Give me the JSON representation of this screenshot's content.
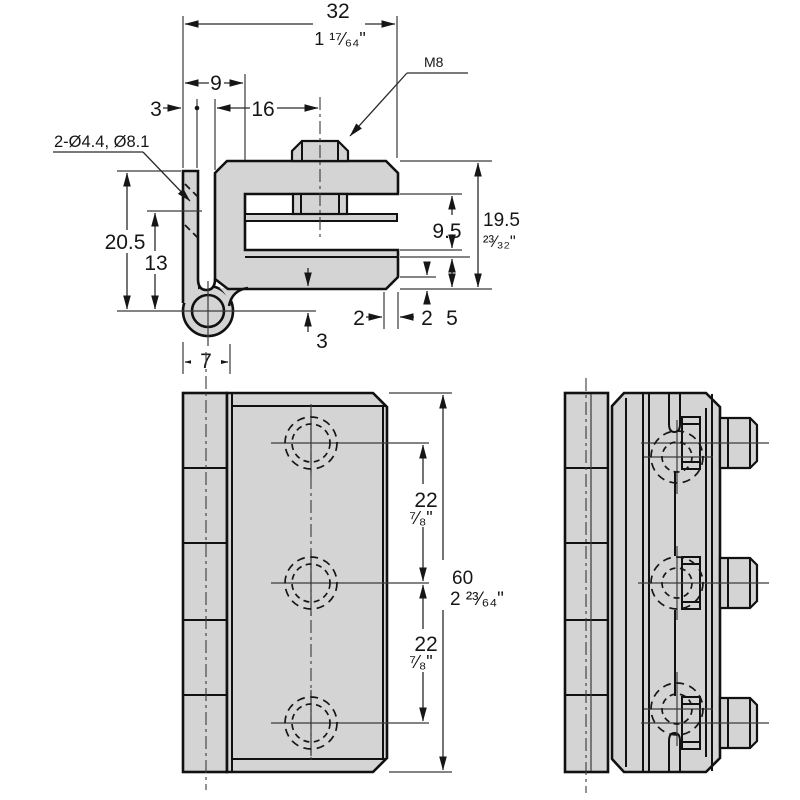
{
  "colors": {
    "background": "#ffffff",
    "part_fill": "#d4d4d4",
    "outline": "#111111",
    "dim_line": "#2a2a2a"
  },
  "profile": {
    "dims": {
      "width_mm": "32",
      "width_in": "1 ¹⁷⁄₆₄\"",
      "offset_9": "9",
      "leaf_thickness_3": "3",
      "stud_offset_16": "16",
      "stud_label": "M8",
      "holes_label": "2-Ø4.4, Ø8.1",
      "height_20_5": "20.5",
      "height_13": "13",
      "slot_9_5": "9.5",
      "body_height_mm": "19.5",
      "body_height_in": "²³⁄₃₂\"",
      "chamfer_2_h": "2",
      "chamfer_2_v": "2",
      "lip_5": "5",
      "lip_3": "3",
      "knuckle_7": "7"
    }
  },
  "front": {
    "dims": {
      "pitch_upper_mm": "22",
      "pitch_upper_in": "⁷⁄₈\"",
      "pitch_lower_mm": "22",
      "pitch_lower_in": "⁷⁄₈\"",
      "height_mm": "60",
      "height_in": "2 ²³⁄₆₄\""
    }
  }
}
